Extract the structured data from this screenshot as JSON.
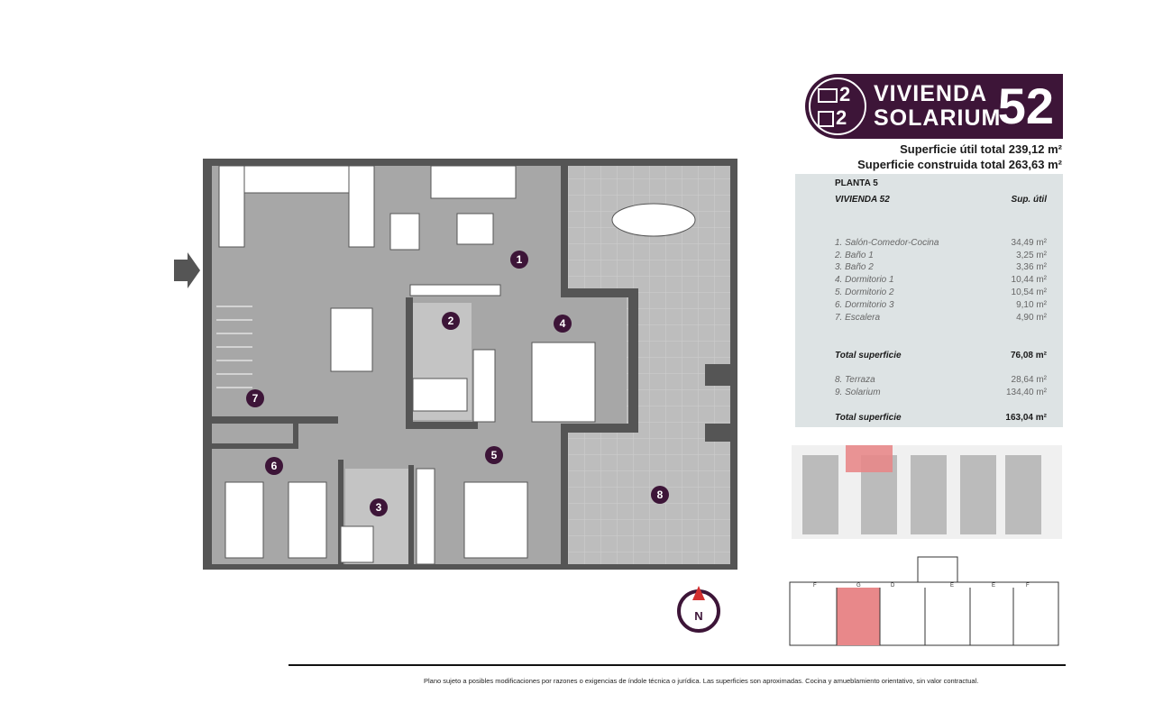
{
  "header": {
    "bedrooms": "2",
    "bathrooms": "2",
    "title_line1": "VIVIENDA",
    "title_line2": "SOLARIUM",
    "unit_number": "52"
  },
  "surfaces": {
    "useful_total": "Superficie útil total 239,12 m²",
    "built_total": "Superficie construida total 263,63 m²"
  },
  "table": {
    "floor": "PLANTA 5",
    "unit": "VIVIENDA 52",
    "col_header": "Sup. útil",
    "rooms": [
      {
        "label": "1. Salón-Comedor-Cocina",
        "area": "34,49 m²"
      },
      {
        "label": "2. Baño 1",
        "area": "3,25 m²"
      },
      {
        "label": "3. Baño 2",
        "area": "3,36 m²"
      },
      {
        "label": "4. Dormitorio 1",
        "area": "10,44 m²"
      },
      {
        "label": "5. Dormitorio 2",
        "area": "10,54 m²"
      },
      {
        "label": "6. Dormitorio 3",
        "area": "9,10 m²"
      },
      {
        "label": "7. Escalera",
        "area": "4,90 m²"
      }
    ],
    "total1_label": "Total superficie",
    "total1_value": "76,08 m²",
    "outdoor": [
      {
        "label": "8. Terraza",
        "area": "28,64 m²"
      },
      {
        "label": "9. Solarium",
        "area": "134,40 m²"
      }
    ],
    "total2_label": "Total superficie",
    "total2_value": "163,04 m²"
  },
  "plan_markers": [
    "1",
    "2",
    "3",
    "4",
    "5",
    "6",
    "7",
    "8"
  ],
  "compass_label": "N",
  "keyplan_letters": [
    "F",
    "G",
    "D",
    "E",
    "E",
    "F"
  ],
  "disclaimer": "Plano sujeto a posibles modificaciones por razones o exigencias de índole técnica o jurídica. Las superficies son aproximadas. Cocina y amueblamiento orientativo, sin valor contractual.",
  "colors": {
    "brand": "#3d1538",
    "highlight": "#e8888a",
    "panel": "#dde3e4",
    "floor": "#a7a7a7",
    "terrace": "#bdbdbd"
  }
}
